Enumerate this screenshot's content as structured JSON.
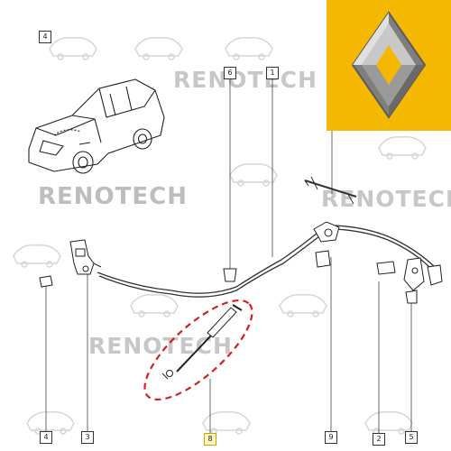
{
  "watermark": {
    "word": "RENOTECH"
  },
  "brand": {
    "logo_icon": "renault-diamond-logo",
    "background_color": "#f5b800",
    "logo_color": "#8a8a8a"
  },
  "callouts": {
    "part_1": "1",
    "part_2": "2",
    "part_3": "3",
    "part_4": "4",
    "part_5": "5",
    "part_6": "6",
    "part_8": "8",
    "part_9": "9"
  },
  "highlight": {
    "color": "#d42020",
    "style": "dashed-ellipse"
  }
}
